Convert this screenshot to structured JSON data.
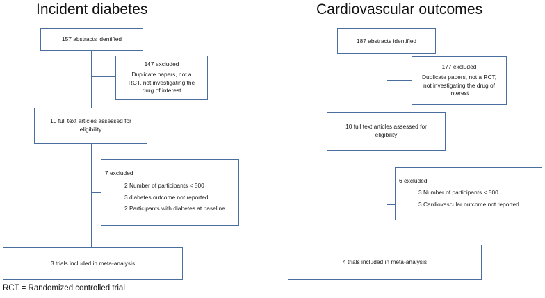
{
  "figure": {
    "footnote": "RCT = Randomized controlled trial"
  },
  "columns": [
    {
      "title": "Incident diabetes",
      "identified": "157 abstracts identified",
      "excluded_1": {
        "heading": "147 excluded",
        "body_line_1": "Duplicate papers, not a",
        "body_line_2": "RCT, not investigating the",
        "body_line_3": "drug of interest"
      },
      "eligibility_line_1": "10 full text articles assessed for",
      "eligibility_line_2": "eligibility",
      "excluded_2": {
        "heading": "7 excluded",
        "items": [
          "2 Number of participants < 500",
          "3 diabetes outcome  not reported",
          "2 Participants with diabetes at baseline"
        ]
      },
      "included": "3 trials included in meta-analysis"
    },
    {
      "title": "Cardiovascular outcomes",
      "identified": "187 abstracts identified",
      "excluded_1": {
        "heading": "177 excluded",
        "body_line_1": "Duplicate papers, not a RCT,",
        "body_line_2": "not investigating the drug of",
        "body_line_3": "interest"
      },
      "eligibility_line_1": "10 full text articles assessed for",
      "eligibility_line_2": "eligibility",
      "excluded_2": {
        "heading": "6 excluded",
        "items": [
          "3 Number of participants < 500",
          "3 Cardiovascular outcome not reported"
        ]
      },
      "included": "4 trials included in meta-analysis"
    }
  ],
  "colors": {
    "box_border": "#4a6f9e",
    "text": "#1a1a1a",
    "background": "#ffffff"
  }
}
